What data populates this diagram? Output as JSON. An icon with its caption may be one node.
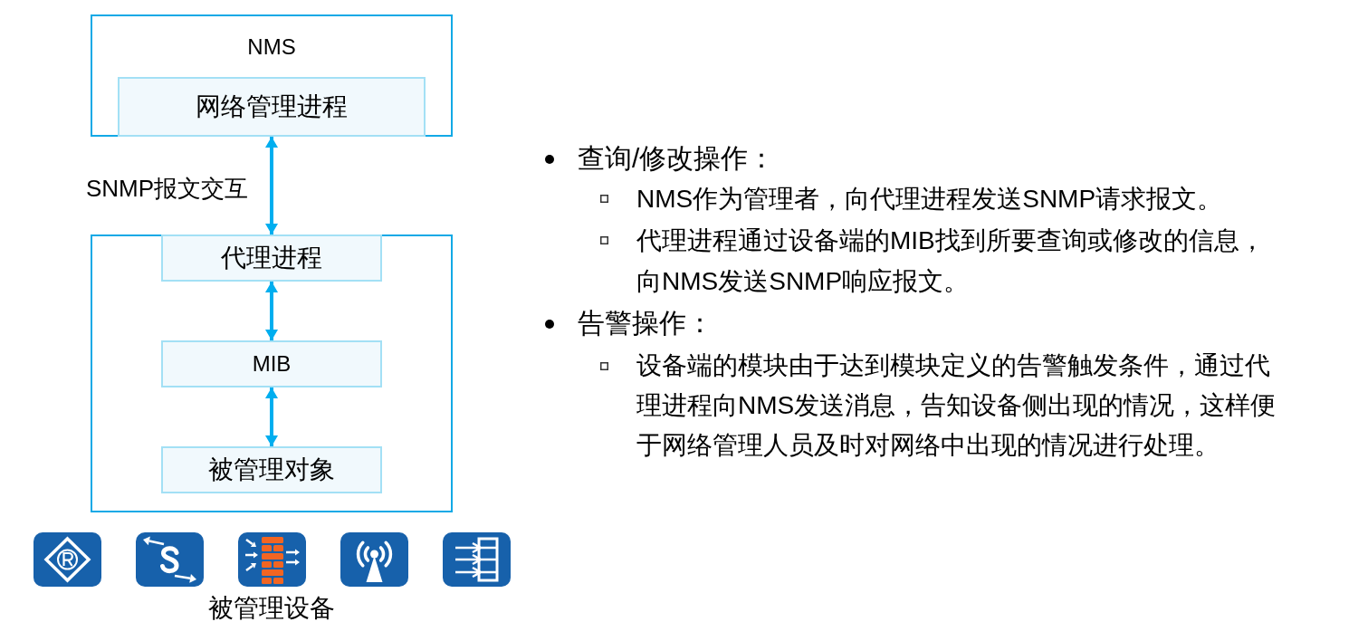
{
  "diagram": {
    "nodes": [
      {
        "text": [
          "NMS"
        ]
      },
      {
        "text": [
          "网络管理进程"
        ],
        "in": 0
      },
      {
        "text": [],
        "shape": "box"
      },
      {
        "text": [
          "代理进程"
        ],
        "in": 2
      },
      {
        "text": [
          "MIB"
        ],
        "in": 2
      },
      {
        "text": [
          "被管理对象"
        ],
        "in": 2
      }
    ],
    "edges": [
      {
        "from": 1,
        "to": 3,
        "arrow": "both",
        "label": "SNMP报文交互"
      },
      {
        "from": 3,
        "to": 4,
        "arrow": "both"
      },
      {
        "from": 4,
        "to": 5,
        "arrow": "both"
      }
    ],
    "labels": [
      "被管理设备",
      "查询/修改操作：",
      "NMS作为管理者，向代理进程发送SNMP请求报文。",
      "代理进程通过设备端的MIB找到所要查询或修改的信息，向NMS发送SNMP响应报文。",
      "告警操作：",
      "设备端的模块由于达到模块定义的告警触发条件，通过代理进程向NMS发送消息，告知设备侧出现的情况，这样便于网络管理人员及时对网络中出现的情况进行处理。"
    ]
  }
}
